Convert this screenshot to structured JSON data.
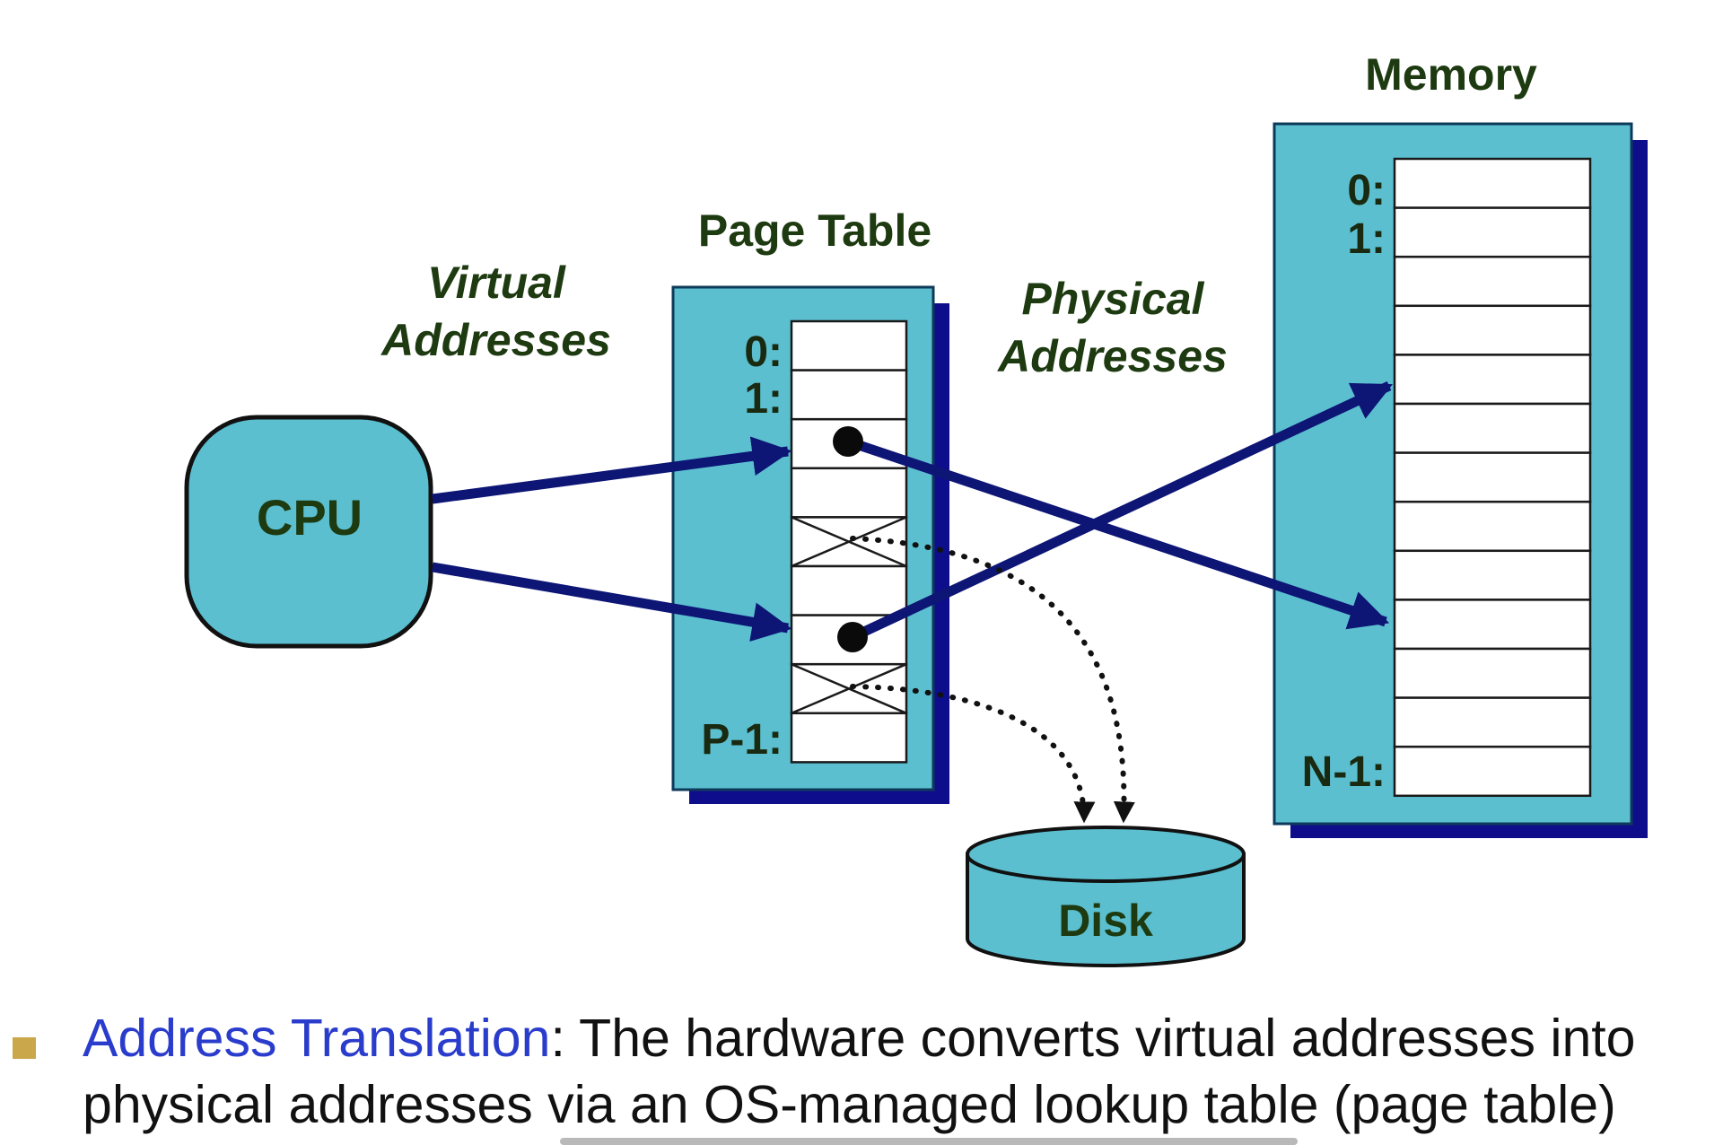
{
  "diagram": {
    "cpu_label": "CPU",
    "virtual_label": [
      "Virtual",
      "Addresses"
    ],
    "page_table_title": "Page Table",
    "page_table_row_labels": {
      "first": "0:",
      "second": "1:",
      "last": "P-1:"
    },
    "physical_label": [
      "Physical",
      "Addresses"
    ],
    "memory_title": "Memory",
    "memory_row_labels": {
      "first": "0:",
      "second": "1:",
      "last": "N-1:"
    },
    "disk_label": "Disk"
  },
  "caption": {
    "term": "Address Translation",
    "separator": ":",
    "text": " The hardware converts virtual addresses into physical addresses via an OS-managed lookup table (page table)"
  },
  "colors": {
    "fill": "#5bbfd0",
    "shadow": "#0e0e8c",
    "arrow": "#0d1575",
    "label": "#1d3a10",
    "term": "#2a3ccc",
    "bullet": "#c9a74a"
  }
}
